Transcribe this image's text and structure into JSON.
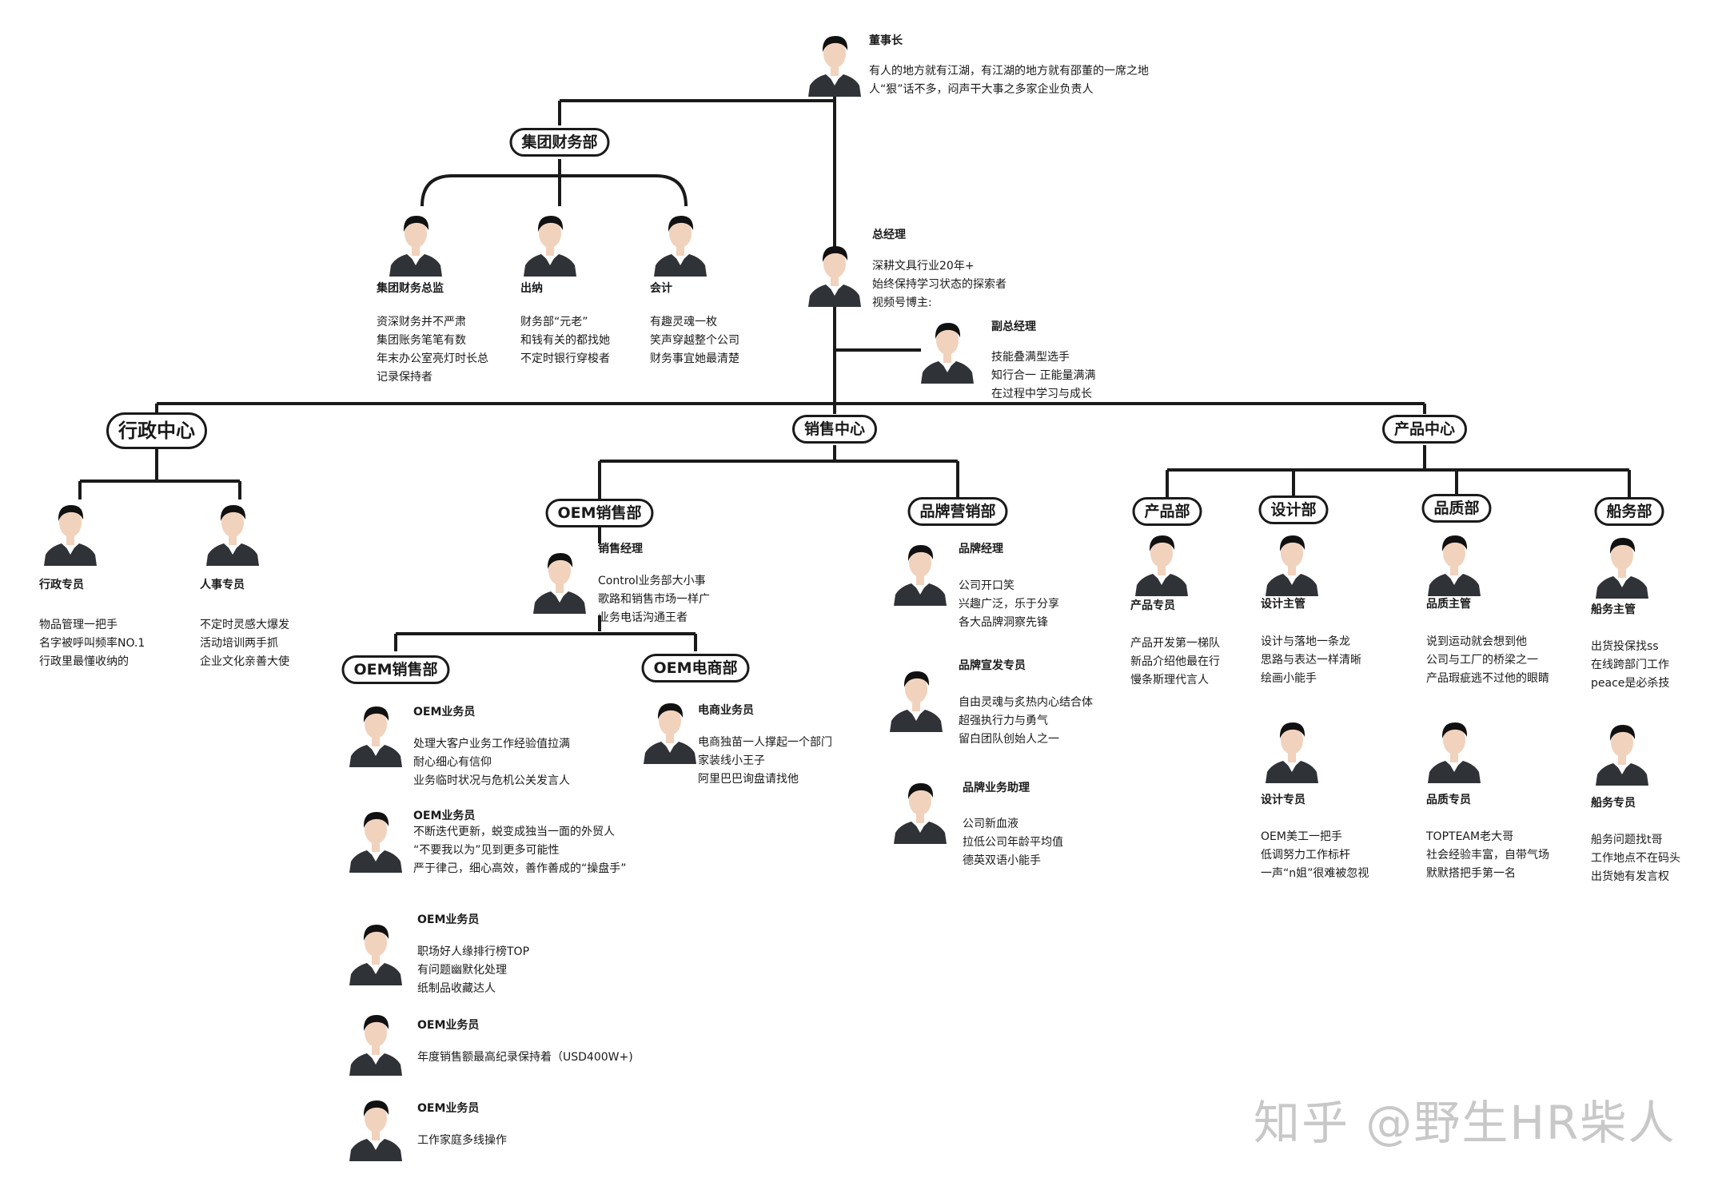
{
  "chairman": {
    "role": "董事长",
    "lines": [
      "有人的地方就有江湖，有江湖的地方就有邵董的一席之地",
      "人“狠”话不多，闷声干大事之多家企业负责人"
    ]
  },
  "finance_dept": {
    "label": "集团财务部"
  },
  "finance_director": {
    "role": "集团财务总监",
    "lines": [
      "资深财务并不严肃",
      "集团账务笔笔有数",
      "年末办公室亮灯时长总",
      "记录保持者"
    ]
  },
  "cashier": {
    "role": "出纳",
    "lines": [
      "财务部“元老”",
      "和钱有关的都找她",
      "不定时银行穿梭者"
    ]
  },
  "accountant": {
    "role": "会计",
    "lines": [
      "有趣灵魂一枚",
      "笑声穿越整个公司",
      "财务事宜她最清楚"
    ]
  },
  "gm": {
    "role": "总经理",
    "lines": [
      "深耕文具行业20年+",
      "始终保持学习状态的探索者",
      "视频号博主:"
    ]
  },
  "deputy_gm": {
    "role": "副总经理",
    "lines": [
      "技能叠满型选手",
      "知行合一 正能量满满",
      "在过程中学习与成长"
    ]
  },
  "admin_center": {
    "label": "行政中心"
  },
  "sales_center": {
    "label": "销售中心"
  },
  "product_center": {
    "label": "产品中心"
  },
  "admin_specialist": {
    "role": "行政专员",
    "lines": [
      "物品管理一把手",
      "名字被呼叫频率NO.1",
      "行政里最懂收纳的"
    ]
  },
  "hr_specialist": {
    "role": "人事专员",
    "lines": [
      "不定时灵感大爆发",
      "活动培训两手抓",
      "企业文化亲善大使"
    ]
  },
  "oem_sales_dept": {
    "label": "OEM销售部"
  },
  "sales_manager": {
    "role": "销售经理",
    "lines": [
      "Control业务部大小事",
      "歌路和销售市场一样广",
      "业务电话沟通王者"
    ]
  },
  "oem_sales_sub": {
    "label": "OEM销售部"
  },
  "oem_ecom": {
    "label": "OEM电商部"
  },
  "oem_rep1": {
    "role": "OEM业务员",
    "lines": [
      "处理大客户业务工作经验值拉满",
      "耐心细心有信仰",
      "业务临时状况与危机公关发言人"
    ]
  },
  "oem_rep2": {
    "role": "OEM业务员",
    "lines": [
      "不断迭代更新，蜕变成独当一面的外贸人",
      "“不要我以为”见到更多可能性",
      "严于律己，细心高效，善作善成的“操盘手”"
    ]
  },
  "oem_rep3": {
    "role": "OEM业务员",
    "lines": [
      "职场好人缘排行榜TOP",
      "有问题幽默化处理",
      "纸制品收藏达人"
    ]
  },
  "oem_rep4": {
    "role": "OEM业务员",
    "lines": [
      "年度销售额最高纪录保持着（USD400W+)"
    ]
  },
  "oem_rep5": {
    "role": "OEM业务员",
    "lines": [
      "工作家庭多线操作"
    ]
  },
  "ecom_rep": {
    "role": "电商业务员",
    "lines": [
      "电商独苗一人撑起一个部门",
      "家装线小王子",
      "阿里巴巴询盘请找他"
    ]
  },
  "brand_dept": {
    "label": "品牌营销部"
  },
  "brand_manager": {
    "role": "品牌经理",
    "lines": [
      "公司开口笑",
      "兴趣广泛，乐于分享",
      "各大品牌洞察先锋"
    ]
  },
  "brand_promo": {
    "role": "品牌宣发专员",
    "lines": [
      "自由灵魂与炙热内心结合体",
      "超强执行力与勇气",
      "留白团队创始人之一"
    ]
  },
  "brand_assistant": {
    "role": "品牌业务助理",
    "lines": [
      "公司新血液",
      "拉低公司年龄平均值",
      "德英双语小能手"
    ]
  },
  "product_dept": {
    "label": "产品部"
  },
  "design_dept": {
    "label": "设计部"
  },
  "quality_dept": {
    "label": "品质部"
  },
  "shipping_dept": {
    "label": "船务部"
  },
  "product_specialist": {
    "role": "产品专员",
    "lines": [
      "产品开发第一梯队",
      "新品介绍他最在行",
      "慢条斯理代言人"
    ]
  },
  "design_lead": {
    "role": "设计主管",
    "lines": [
      "设计与落地一条龙",
      "思路与表达一样清晰",
      "绘画小能手"
    ]
  },
  "design_specialist": {
    "role": "设计专员",
    "lines": [
      "OEM美工一把手",
      "低调努力工作标杆",
      "一声“n姐”很难被忽视"
    ]
  },
  "quality_lead": {
    "role": "品质主管",
    "lines": [
      "说到运动就会想到他",
      "公司与工厂的桥梁之一",
      "产品瑕疵逃不过他的眼睛"
    ]
  },
  "quality_specialist": {
    "role": "品质专员",
    "lines": [
      "TOPTEAM老大哥",
      "社会经验丰富，自带气场",
      "默默搭把手第一名"
    ]
  },
  "shipping_lead": {
    "role": "船务主管",
    "lines": [
      "出货投保找ss",
      "在线跨部门工作",
      "peace是必杀技"
    ]
  },
  "shipping_specialist": {
    "role": "船务专员",
    "lines": [
      "船务问题找t哥",
      "工作地点不在码头",
      "出货她有发言权"
    ]
  },
  "watermark": "知乎 @野生HR柴人",
  "colors": {
    "line": "#1a1a1a",
    "suit": "#2f3237",
    "skin": "#f1d2bd",
    "hair": "#111111",
    "shirt": "#ffffff",
    "watermark": "#c8c8c8"
  }
}
